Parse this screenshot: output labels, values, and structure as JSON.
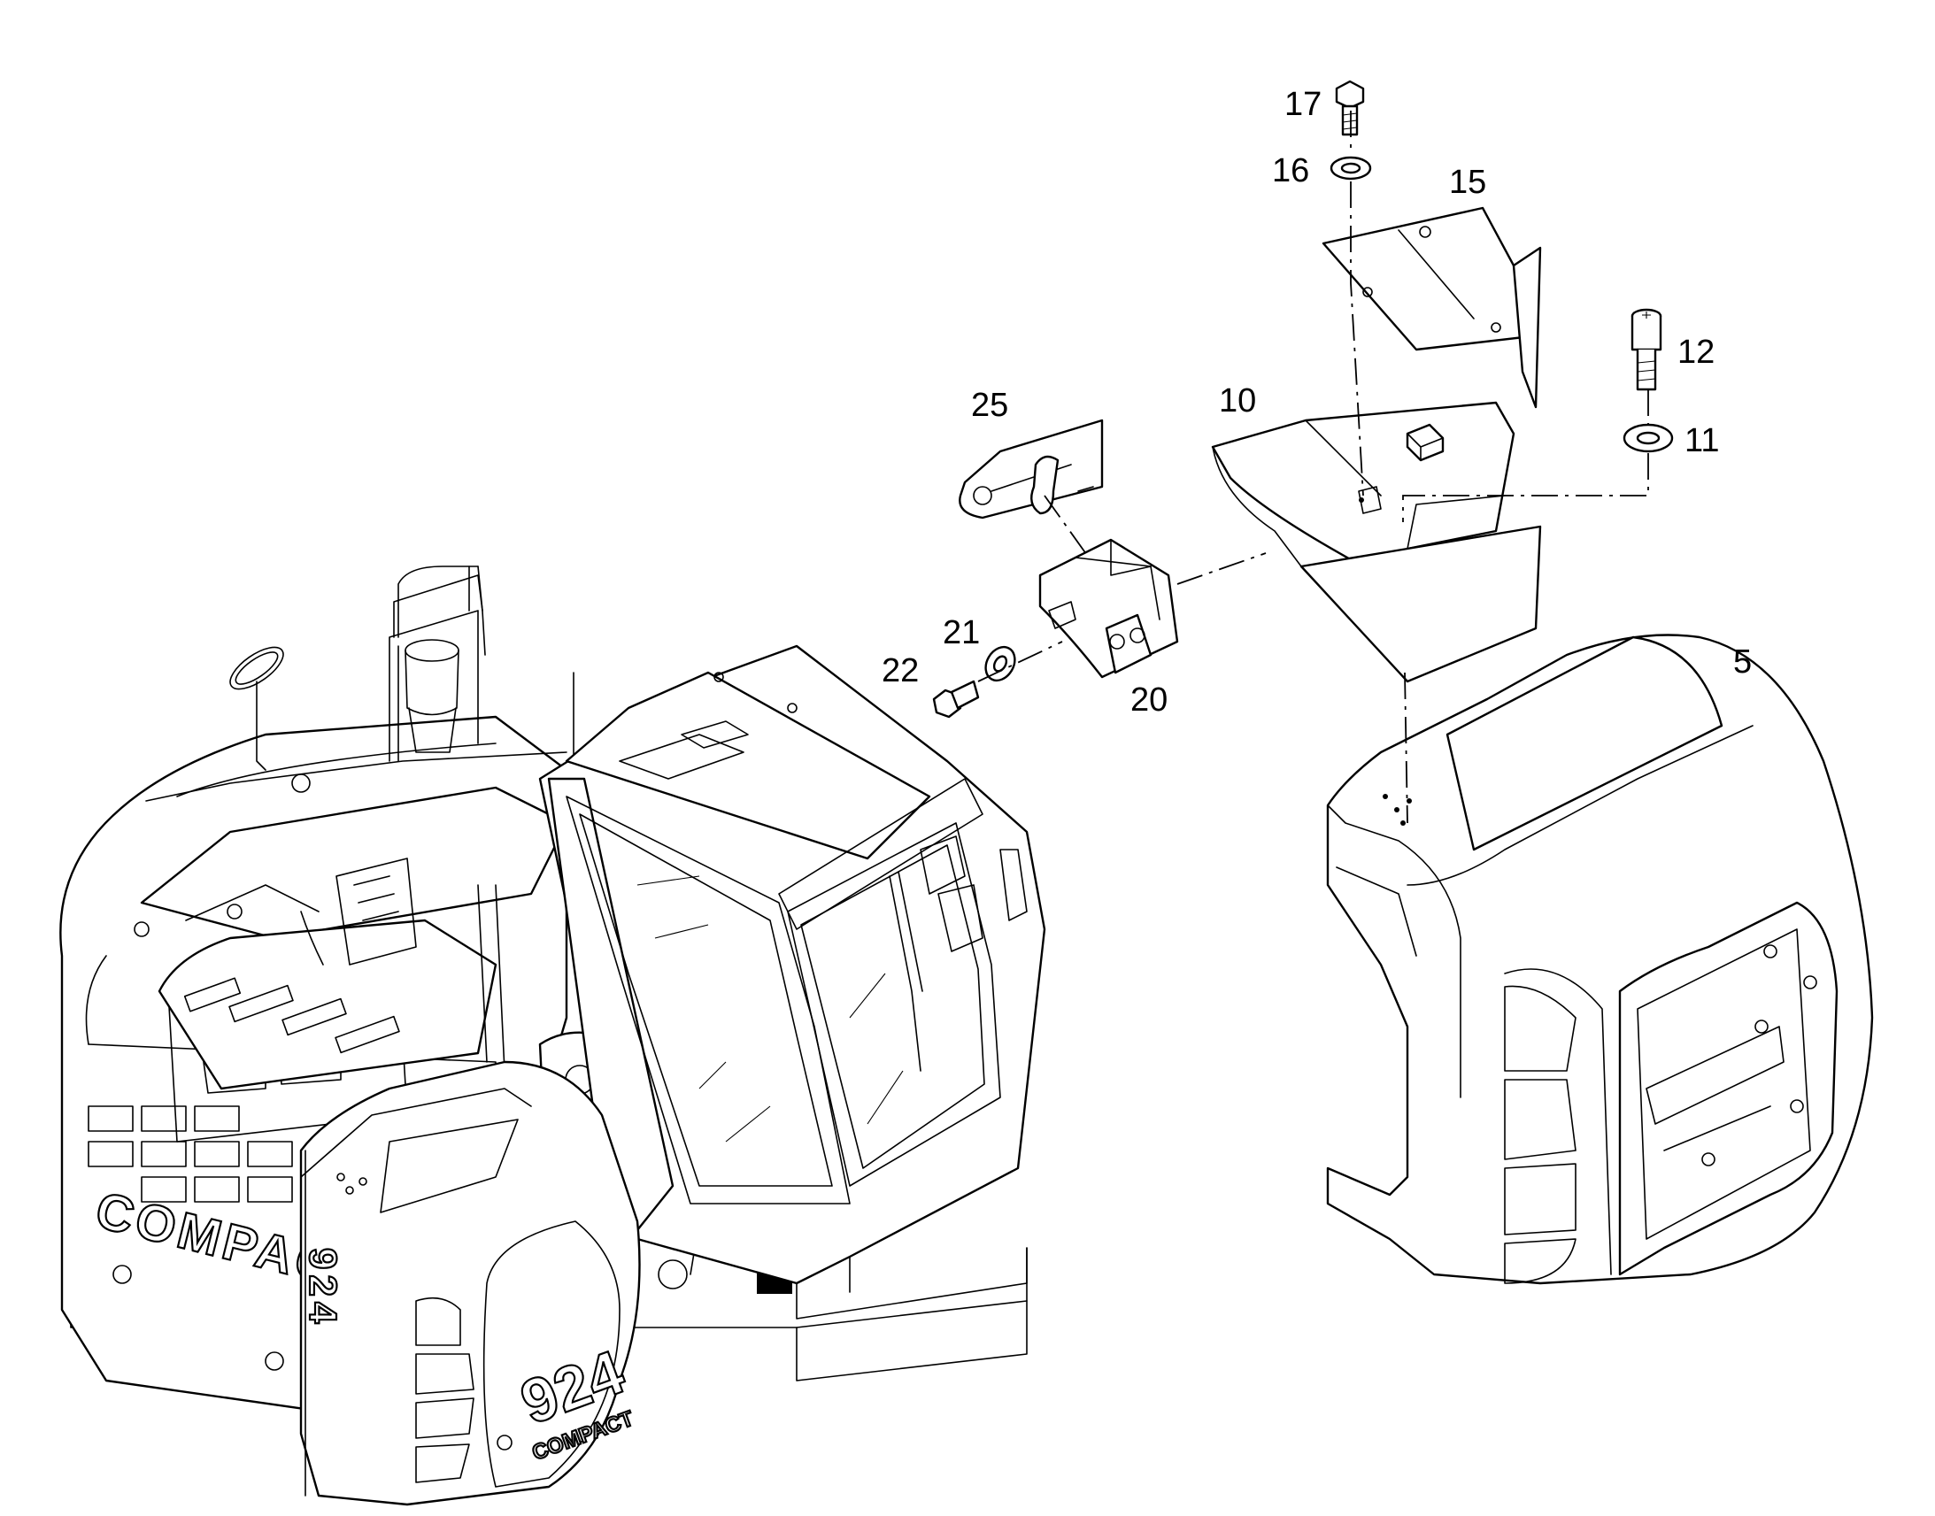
{
  "diagram": {
    "callouts": [
      "5",
      "10",
      "11",
      "12",
      "15",
      "16",
      "17",
      "20",
      "21",
      "22",
      "25"
    ],
    "model_badges": {
      "side_text": "COMPACT",
      "hood_number": "924",
      "hood_text": "COMPACT",
      "side_number_vertical": "924"
    }
  }
}
